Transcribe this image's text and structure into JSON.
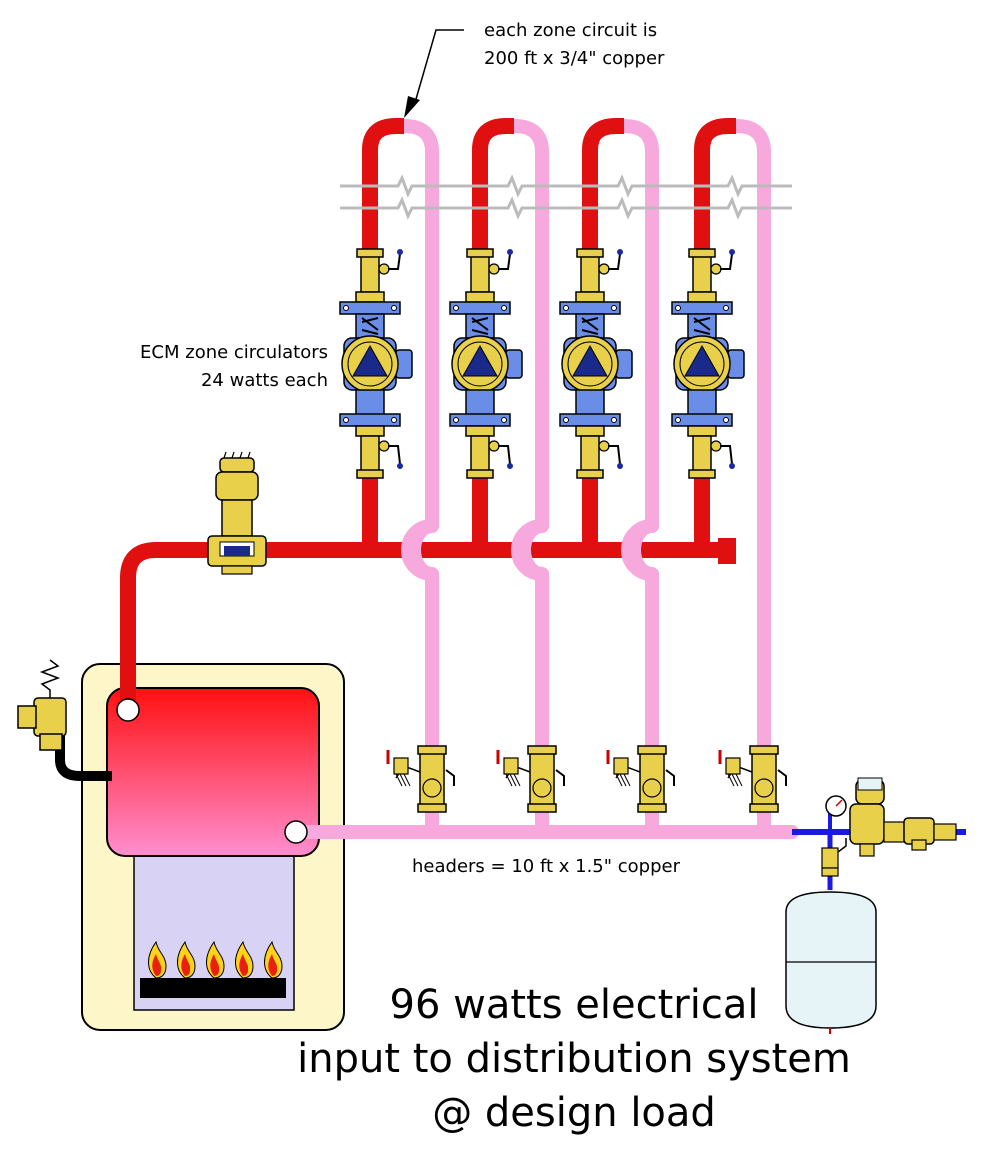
{
  "labels": {
    "zone_circuit_line1": "each zone circuit is",
    "zone_circuit_line2": "200 ft x 3/4\" copper",
    "circulators_line1": "ECM zone circulators",
    "circulators_line2": "24 watts each",
    "headers": "headers = 10 ft x 1.5\" copper",
    "summary_line1": "96 watts electrical",
    "summary_line2": "input to distribution system",
    "summary_line3": "@ design load"
  },
  "colors": {
    "supply_pipe": "#e01010",
    "return_pipe": "#f7a8dc",
    "cold_water_pipe": "#1a1ae0",
    "brass": "#e8d04a",
    "pump_body": "#6a8ee8",
    "pump_triangle": "#1a2a8a",
    "boiler_cabinet": "#fdf6c8",
    "burner_chamber": "#d8d2f4",
    "expansion_tank": "#e6f4f8",
    "flame_outer": "#ffd21a",
    "flame_inner": "#e82010"
  },
  "zones": [
    {
      "id": "zone-1"
    },
    {
      "id": "zone-2"
    },
    {
      "id": "zone-3"
    },
    {
      "id": "zone-4"
    }
  ]
}
